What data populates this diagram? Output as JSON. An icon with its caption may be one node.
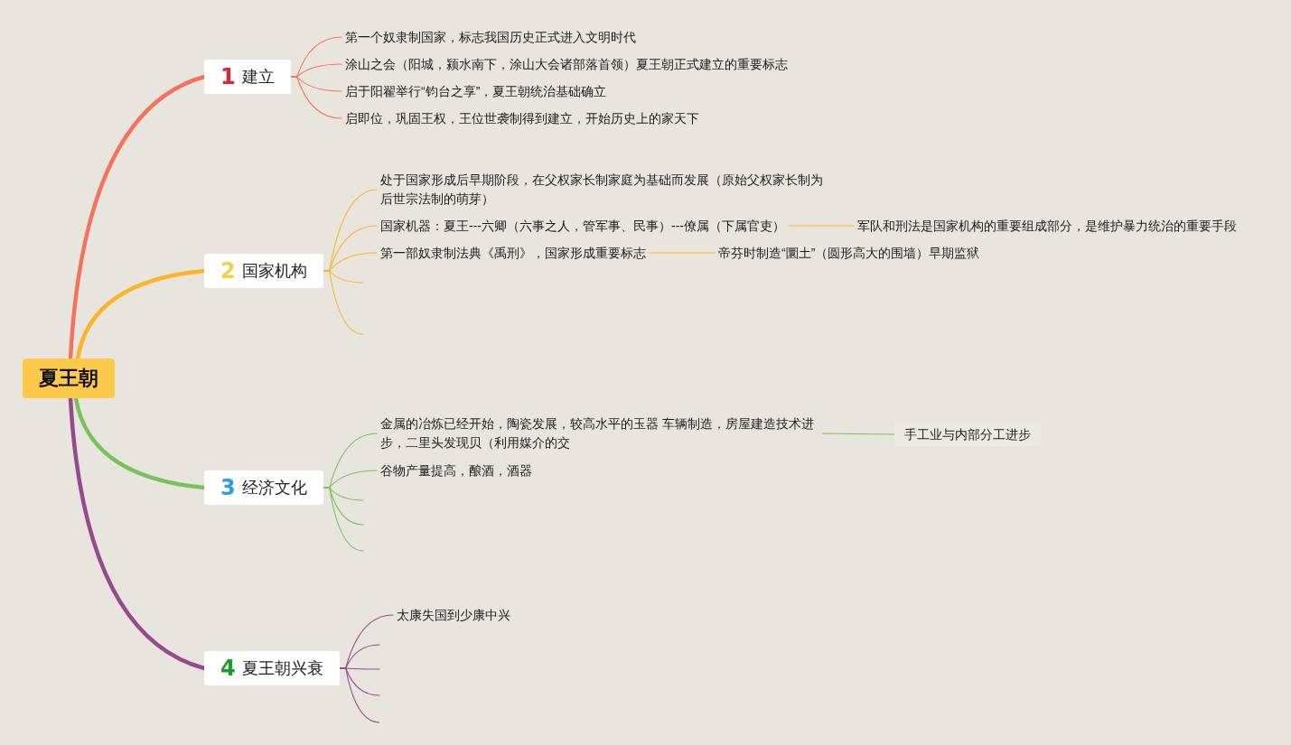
{
  "diagram": {
    "nodes": [
      {
        "text": [
          "夏王朝"
        ]
      },
      {
        "text": [
          "1",
          "建立"
        ]
      },
      {
        "text": [
          "第一个奴隶制国家，标志我国历史正式进入文明时代"
        ]
      },
      {
        "text": [
          "涂山之会（阳城，颍水南下，涂山大会诸部落首领）夏王朝正式建立的重要标志"
        ]
      },
      {
        "text": [
          "启于阳翟举行“钧台之享”，夏王朝统治基础确立"
        ]
      },
      {
        "text": [
          "启即位，巩固王权，王位世袭制得到建立，开始历史上的家天下"
        ]
      },
      {
        "text": [
          "2",
          "国家机构"
        ]
      },
      {
        "text": [
          "处于国家形成后早期阶段，在父权家长制家庭为基础而发展（原始父权家长制为后世宗法制的萌芽）"
        ]
      },
      {
        "text": [
          "国家机器：夏王---六卿（六事之人，管军事、民事）---僚属（下属官吏）"
        ]
      },
      {
        "text": [
          "军队和刑法是国家机构的重要组成部分，是维护暴力统治的重要手段"
        ]
      },
      {
        "text": [
          "第一部奴隶制法典《禹刑》，国家形成重要标志"
        ]
      },
      {
        "text": [
          "帝芬时制造“圜土”（圆形高大的围墙）早期监狱"
        ]
      },
      {
        "text": [
          "3",
          "经济文化"
        ]
      },
      {
        "text": [
          "金属的冶炼已经开始，陶瓷发展，较高水平的玉器 车辆制造，房屋建造技术进步，二里头发现贝（利用媒介的交"
        ]
      },
      {
        "text": [
          "手工业与内部分工进步"
        ]
      },
      {
        "text": [
          "谷物产量提高，酿酒，酒器"
        ]
      },
      {
        "text": [
          "4",
          "夏王朝兴衰"
        ]
      },
      {
        "text": [
          "太康失国到少康中兴"
        ]
      }
    ],
    "edges": [
      {
        "from": 0,
        "to": 1,
        "arrow": "none",
        "style": "thick",
        "color": "#f4735f"
      },
      {
        "from": 0,
        "to": 6,
        "arrow": "none",
        "style": "thick",
        "color": "#fbb526"
      },
      {
        "from": 0,
        "to": 12,
        "arrow": "none",
        "style": "thick",
        "color": "#78c25c"
      },
      {
        "from": 0,
        "to": 16,
        "arrow": "none",
        "style": "thick",
        "color": "#964a8e"
      },
      {
        "from": 1,
        "to": 2,
        "arrow": "none",
        "color": "#f4735f"
      },
      {
        "from": 1,
        "to": 3,
        "arrow": "none",
        "color": "#f4735f"
      },
      {
        "from": 1,
        "to": 4,
        "arrow": "none",
        "color": "#f4735f"
      },
      {
        "from": 1,
        "to": 5,
        "arrow": "none",
        "color": "#f4735f"
      },
      {
        "from": 6,
        "to": 7,
        "arrow": "none",
        "color": "#fbb526"
      },
      {
        "from": 6,
        "to": 8,
        "arrow": "none",
        "color": "#fbb526"
      },
      {
        "from": 6,
        "to": 10,
        "arrow": "none",
        "color": "#fbb526"
      },
      {
        "from": 6,
        "to": null,
        "arrow": "none",
        "color": "#fbb526"
      },
      {
        "from": 6,
        "to": null,
        "arrow": "none",
        "color": "#fbb526"
      },
      {
        "from": 8,
        "to": 9,
        "arrow": "none",
        "color": "#fbb526"
      },
      {
        "from": 10,
        "to": 11,
        "arrow": "none",
        "color": "#fbb526"
      },
      {
        "from": 12,
        "to": 13,
        "arrow": "none",
        "color": "#78c25c"
      },
      {
        "from": 12,
        "to": 15,
        "arrow": "none",
        "color": "#78c25c"
      },
      {
        "from": 12,
        "to": null,
        "arrow": "none",
        "color": "#78c25c"
      },
      {
        "from": 12,
        "to": null,
        "arrow": "none",
        "color": "#78c25c"
      },
      {
        "from": 12,
        "to": null,
        "arrow": "none",
        "color": "#78c25c"
      },
      {
        "from": 13,
        "to": 14,
        "arrow": "none",
        "color": "#78c25c"
      },
      {
        "from": 16,
        "to": 17,
        "arrow": "none",
        "color": "#964a8e"
      },
      {
        "from": 16,
        "to": null,
        "arrow": "none",
        "color": "#964a8e"
      },
      {
        "from": 16,
        "to": null,
        "arrow": "none",
        "color": "#964a8e"
      },
      {
        "from": 16,
        "to": null,
        "arrow": "none",
        "color": "#964a8e"
      },
      {
        "from": 16,
        "to": null,
        "arrow": "none",
        "color": "#964a8e"
      }
    ]
  }
}
